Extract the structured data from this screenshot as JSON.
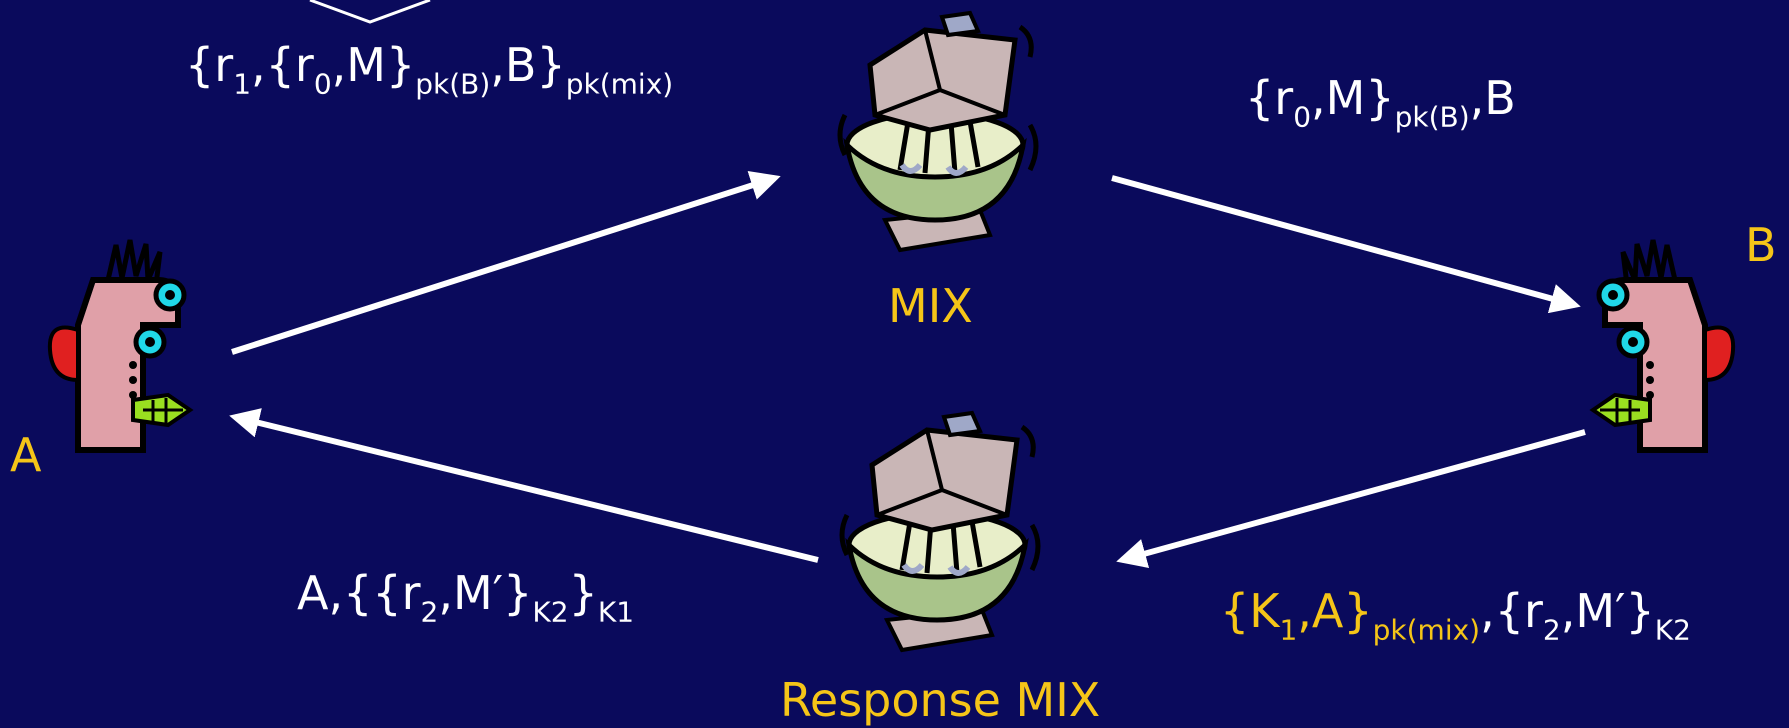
{
  "colors": {
    "background": "#0a0a5c",
    "accent": "#f5c518",
    "arrow": "#ffffff"
  },
  "labels": {
    "a": "A",
    "b": "B",
    "mix": "MIX",
    "response_mix": "Response MIX"
  },
  "messages": {
    "a_to_mix": {
      "r1": "{r",
      "r1sub": "1",
      "mid": ",{r",
      "r0sub": "0",
      "m": ",M}",
      "pkb": "pk(B)",
      "b": ",B}",
      "pkmix": "pk(mix)"
    },
    "mix_to_b": {
      "open": "{r",
      "r0sub": "0",
      "m": ",M}",
      "pkb": "pk(B)",
      "b": ",B"
    },
    "b_to_rmix": {
      "k1open": "{K",
      "k1sub": "1",
      "a": ",A}",
      "pkmix": "pk(mix)",
      "comma": ",",
      "r2open": "{r",
      "r2sub": "2",
      "mp": ",M′}",
      "k2": "K2"
    },
    "rmix_to_a": {
      "a": "A,{{r",
      "r2sub": "2",
      "mp": ",M′}",
      "k2": "K2",
      "close": "}",
      "k1": "K1"
    }
  },
  "icons": {
    "person_a": "person-icon",
    "person_b": "person-icon",
    "mixer_top": "mixer-icon",
    "mixer_bottom": "mixer-icon"
  }
}
